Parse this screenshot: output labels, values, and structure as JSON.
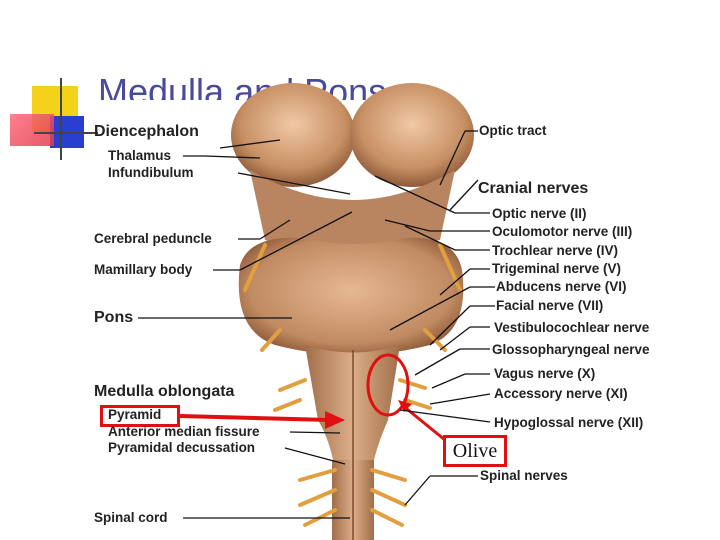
{
  "title": "Medulla and Pons",
  "labels": {
    "diencephalon": "Diencephalon",
    "thalamus": "Thalamus",
    "infundibulum": "Infundibulum",
    "cerebral_peduncle": "Cerebral peduncle",
    "mamillary_body": "Mamillary body",
    "pons": "Pons",
    "medulla_oblongata": "Medulla oblongata",
    "pyramid": "Pyramid",
    "anterior_median_fissure": "Anterior median fissure",
    "pyramidal_decussation": "Pyramidal decussation",
    "spinal_cord": "Spinal cord",
    "optic_tract": "Optic tract",
    "cranial_nerves": "Cranial nerves",
    "optic_nerve": "Optic nerve (II)",
    "oculomotor_nerve": "Oculomotor nerve (III)",
    "trochlear_nerve": "Trochlear nerve (IV)",
    "trigeminal_nerve": "Trigeminal nerve (V)",
    "abducens_nerve": "Abducens nerve (VI)",
    "facial_nerve": "Facial nerve (VII)",
    "vestibulocochlear_nerve": "Vestibulocochlear nerve",
    "glossopharyngeal_nerve": "Glossopharyngeal nerve",
    "vagus_nerve": "Vagus nerve (X)",
    "accessory_nerve": "Accessory nerve (XI)",
    "hypoglossal_nerve": "Hypoglossal nerve (XII)",
    "spinal_nerves": "Spinal nerves",
    "olive": "Olive"
  },
  "colors": {
    "title": "#4a4a9c",
    "highlight": "#e01010",
    "deco_yellow": "#f5d21a",
    "deco_blue": "#2a3fd0",
    "deco_red": "#f04a5a",
    "tissue": "#c9946a"
  }
}
